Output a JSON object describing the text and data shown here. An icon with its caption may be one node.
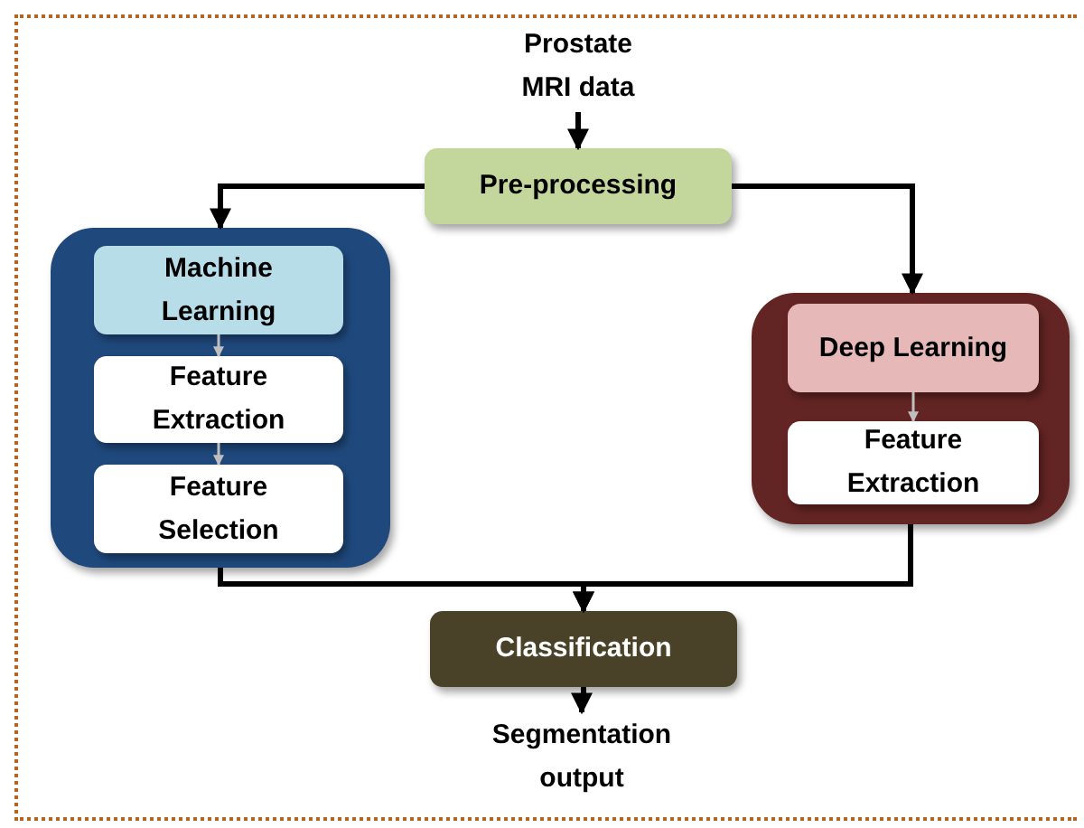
{
  "diagram": {
    "nodes": [
      {
        "text": [
          "Prostate MRI data"
        ]
      },
      {
        "text": [
          "Pre-processing"
        ]
      },
      {
        "text": [],
        "shape": "box"
      },
      {
        "text": [
          "Machine Learning"
        ],
        "in": 2
      },
      {
        "text": [
          "Feature Extraction"
        ],
        "in": 2
      },
      {
        "text": [
          "Feature Selection"
        ],
        "in": 2
      },
      {
        "text": [],
        "shape": "box"
      },
      {
        "text": [
          "Deep Learning"
        ],
        "in": 6
      },
      {
        "text": [
          "Feature Extraction"
        ],
        "in": 6
      },
      {
        "text": [
          "Classification"
        ]
      },
      {
        "text": [
          "Segmentation output"
        ]
      }
    ],
    "edges": [
      {
        "from": 0,
        "to": 1,
        "arrow": "to"
      },
      {
        "from": 1,
        "to": 2,
        "arrow": "to"
      },
      {
        "from": 1,
        "to": 6,
        "arrow": "to"
      },
      {
        "from": 3,
        "to": 4,
        "arrow": "to",
        "color": "#bfbfbf"
      },
      {
        "from": 4,
        "to": 5,
        "arrow": "to",
        "color": "#bfbfbf"
      },
      {
        "from": 7,
        "to": 8,
        "arrow": "to",
        "color": "#bfbfbf"
      },
      {
        "from": 2,
        "to": 9,
        "arrow": "to"
      },
      {
        "from": 6,
        "to": 9,
        "arrow": "to"
      },
      {
        "from": 9,
        "to": 10,
        "arrow": "to"
      }
    ]
  }
}
